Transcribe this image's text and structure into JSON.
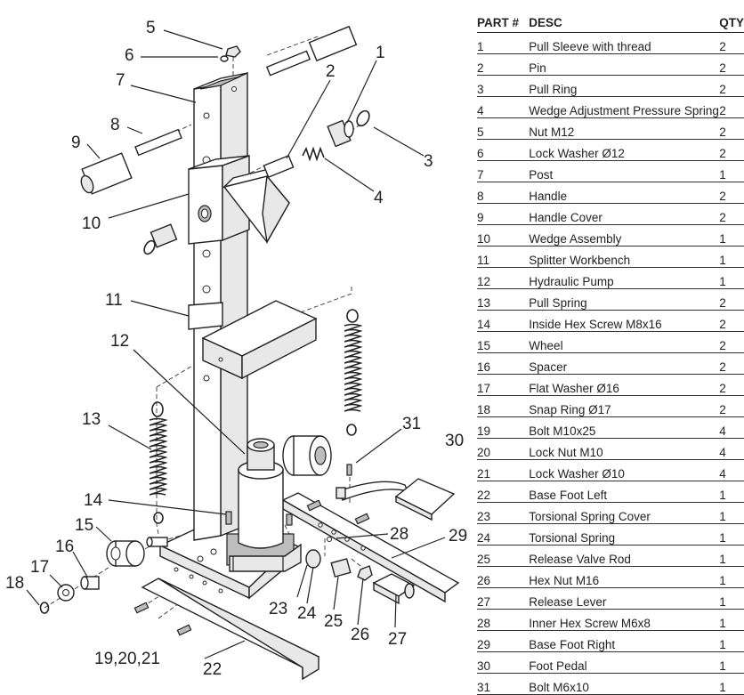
{
  "table": {
    "headers": [
      "PART #",
      "DESC",
      "QTY"
    ],
    "rows": [
      {
        "part": "1",
        "desc": "Pull Sleeve with thread",
        "qty": "2"
      },
      {
        "part": "2",
        "desc": "Pin",
        "qty": "2"
      },
      {
        "part": "3",
        "desc": "Pull Ring",
        "qty": "2"
      },
      {
        "part": "4",
        "desc": "Wedge Adjustment Pressure Spring",
        "qty": "2"
      },
      {
        "part": "5",
        "desc": "Nut M12",
        "qty": "2"
      },
      {
        "part": "6",
        "desc": "Lock Washer Ø12",
        "qty": "2"
      },
      {
        "part": "7",
        "desc": "Post",
        "qty": "1"
      },
      {
        "part": "8",
        "desc": "Handle",
        "qty": "2"
      },
      {
        "part": "9",
        "desc": "Handle Cover",
        "qty": "2"
      },
      {
        "part": "10",
        "desc": "Wedge Assembly",
        "qty": "1"
      },
      {
        "part": "11",
        "desc": "Splitter Workbench",
        "qty": "1"
      },
      {
        "part": "12",
        "desc": "Hydraulic Pump",
        "qty": "1"
      },
      {
        "part": "13",
        "desc": "Pull Spring",
        "qty": "2"
      },
      {
        "part": "14",
        "desc": "Inside Hex Screw M8x16",
        "qty": "2"
      },
      {
        "part": "15",
        "desc": "Wheel",
        "qty": "2"
      },
      {
        "part": "16",
        "desc": "Spacer",
        "qty": "2"
      },
      {
        "part": "17",
        "desc": "Flat Washer Ø16",
        "qty": "2"
      },
      {
        "part": "18",
        "desc": "Snap Ring Ø17",
        "qty": "2"
      },
      {
        "part": "19",
        "desc": "Bolt M10x25",
        "qty": "4"
      },
      {
        "part": "20",
        "desc": "Lock Nut M10",
        "qty": "4"
      },
      {
        "part": "21",
        "desc": "Lock Washer Ø10",
        "qty": "4"
      },
      {
        "part": "22",
        "desc": "Base Foot Left",
        "qty": "1"
      },
      {
        "part": "23",
        "desc": "Torsional Spring Cover",
        "qty": "1"
      },
      {
        "part": "24",
        "desc": "Torsional Spring",
        "qty": "1"
      },
      {
        "part": "25",
        "desc": "Release Valve Rod",
        "qty": "1"
      },
      {
        "part": "26",
        "desc": "Hex Nut M16",
        "qty": "1"
      },
      {
        "part": "27",
        "desc": "Release Lever",
        "qty": "1"
      },
      {
        "part": "28",
        "desc": "Inner Hex Screw M6x8",
        "qty": "1"
      },
      {
        "part": "29",
        "desc": "Base Foot Right",
        "qty": "1"
      },
      {
        "part": "30",
        "desc": "Foot Pedal",
        "qty": "1"
      },
      {
        "part": "31",
        "desc": "Bolt M6x10",
        "qty": "1"
      }
    ]
  },
  "diagram": {
    "callouts": {
      "c1": "1",
      "c2": "2",
      "c3": "3",
      "c4": "4",
      "c5": "5",
      "c6": "6",
      "c7": "7",
      "c8": "8",
      "c9": "9",
      "c10": "10",
      "c11": "11",
      "c12": "12",
      "c13": "13",
      "c14": "14",
      "c15": "15",
      "c16": "16",
      "c17": "17",
      "c18": "18",
      "c19": "19,20,21",
      "c22": "22",
      "c23": "23",
      "c24": "24",
      "c25": "25",
      "c26": "26",
      "c27": "27",
      "c28": "28",
      "c29": "29",
      "c30": "30",
      "c31": "31"
    }
  }
}
